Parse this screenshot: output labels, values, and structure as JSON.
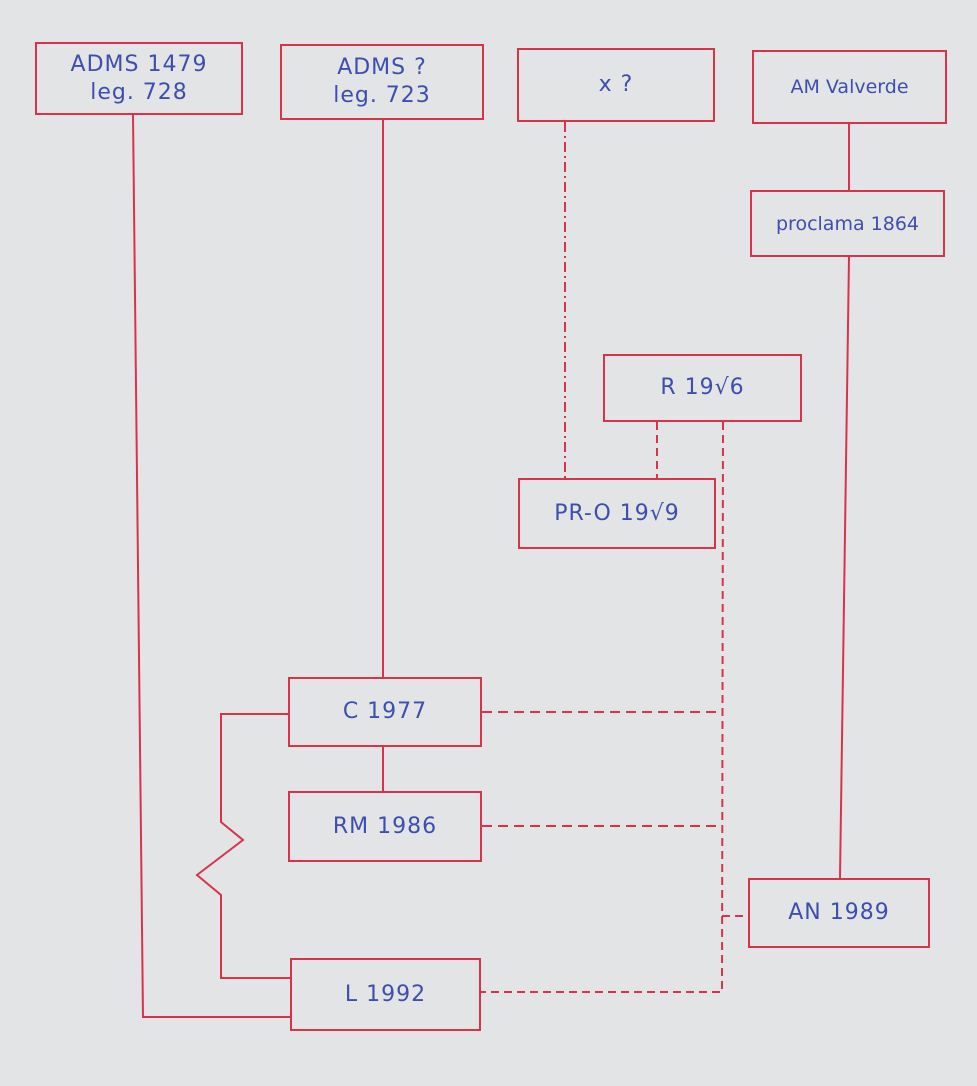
{
  "colors": {
    "line": "#d8334b",
    "text": "#3c4fae",
    "paper": "#e3e4e6"
  },
  "nodes": {
    "adms1479": {
      "line1": "ADMS 1479",
      "line2": "leg. 728"
    },
    "adms_unknown": {
      "line1": "ADMS ?",
      "line2": "leg. 723"
    },
    "x": {
      "line1": "x ?"
    },
    "am_valverde": {
      "line1": "AM Valverde"
    },
    "proclama": {
      "line1": "proclama 1864"
    },
    "r": {
      "line1": "R 19√6"
    },
    "pro": {
      "line1": "PR-O 19√9"
    },
    "c": {
      "line1": "C 1977"
    },
    "rm": {
      "line1": "RM 1986"
    },
    "an": {
      "line1": "AN 1989"
    },
    "l": {
      "line1": "L 1992"
    }
  }
}
